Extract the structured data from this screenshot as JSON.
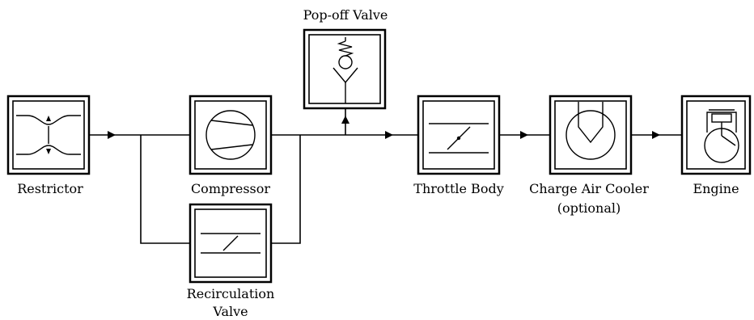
{
  "components": {
    "restrictor": {
      "label": "Restrictor",
      "icon": "restrictor-icon"
    },
    "compressor": {
      "label": "Compressor",
      "icon": "compressor-icon"
    },
    "recirculation_valve": {
      "label_line1": "Recirculation",
      "label_line2": "Valve",
      "icon": "valve-icon"
    },
    "popoff_valve": {
      "label": "Pop-off Valve",
      "icon": "check-valve-icon"
    },
    "throttle_body": {
      "label": "Throttle Body",
      "icon": "valve-icon"
    },
    "charge_air_cooler": {
      "label_line1": "Charge Air Cooler",
      "label_line2": "(optional)",
      "icon": "heat-exchanger-icon"
    },
    "engine": {
      "label": "Engine",
      "icon": "engine-icon"
    }
  },
  "colors": {
    "stroke": "#000000",
    "background": "#ffffff"
  }
}
